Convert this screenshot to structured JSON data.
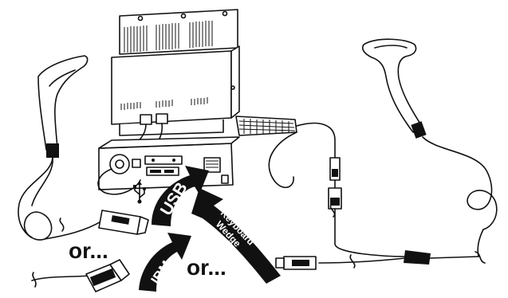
{
  "labels": {
    "usb": "USB",
    "ibm": "IBM",
    "keyboard_wedge_line1": "Keyboard",
    "keyboard_wedge_line2": "Wedge",
    "or_left": "or...",
    "or_bottom": "or..."
  },
  "icons": {
    "usb_symbol": "usb-icon"
  },
  "colors": {
    "ink": "#111111",
    "background": "#ffffff"
  }
}
